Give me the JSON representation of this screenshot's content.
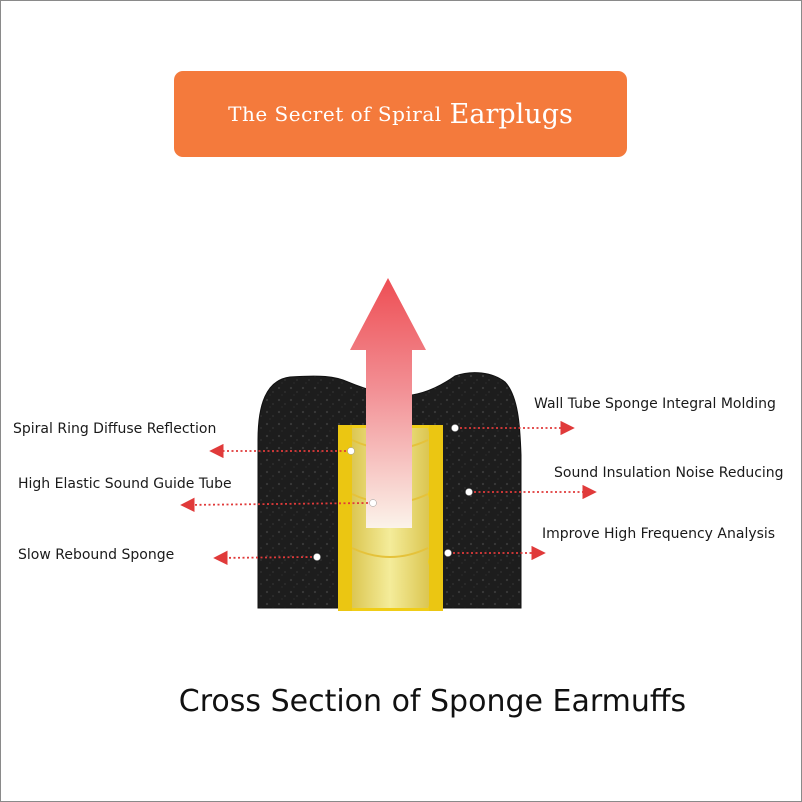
{
  "banner": {
    "title_prefix": "The Secret of Spiral",
    "title_word": "Earplugs"
  },
  "labels": {
    "spiral_ring": "Spiral Ring Diffuse Reflection",
    "sound_guide": "High Elastic Sound Guide Tube",
    "slow_rebound": "Slow Rebound Sponge",
    "wall_tube": "Wall Tube Sponge Integral Molding",
    "noise_reducing": "Sound Insulation Noise Reducing",
    "high_frequency": "Improve High Frequency Analysis"
  },
  "caption": "Cross Section of Sponge Earmuffs",
  "colors": {
    "banner": "#f47a3c",
    "foam": "#1c1c1c",
    "tube": "#f2d21a",
    "arrow": "#e03a3a"
  }
}
